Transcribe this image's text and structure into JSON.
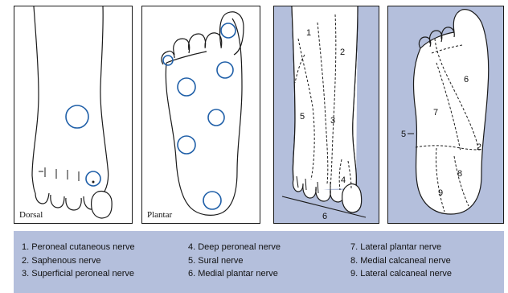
{
  "panels": {
    "dorsal": {
      "label": "Dorsal"
    },
    "plantar": {
      "label": "Plantar"
    },
    "dorsal_map": {
      "numbers": [
        "1",
        "2",
        "3",
        "4",
        "5",
        "6"
      ]
    },
    "plantar_map": {
      "numbers": [
        "2",
        "5",
        "6",
        "7",
        "8",
        "9"
      ]
    }
  },
  "legend": {
    "col1": [
      "1. Peroneal cutaneous nerve",
      "2. Saphenous nerve",
      "3. Superficial peroneal nerve"
    ],
    "col2": [
      "4. Deep peroneal nerve",
      "5. Sural nerve",
      "6. Medial plantar nerve"
    ],
    "col3": [
      "7. Lateral plantar nerve",
      "8. Medial calcaneal nerve",
      "9. Lateral calcaneal nerve"
    ]
  },
  "colors": {
    "circle": "#1f5fa8",
    "map_bg": "#b4bfdc",
    "outline": "#1a1a1a"
  }
}
